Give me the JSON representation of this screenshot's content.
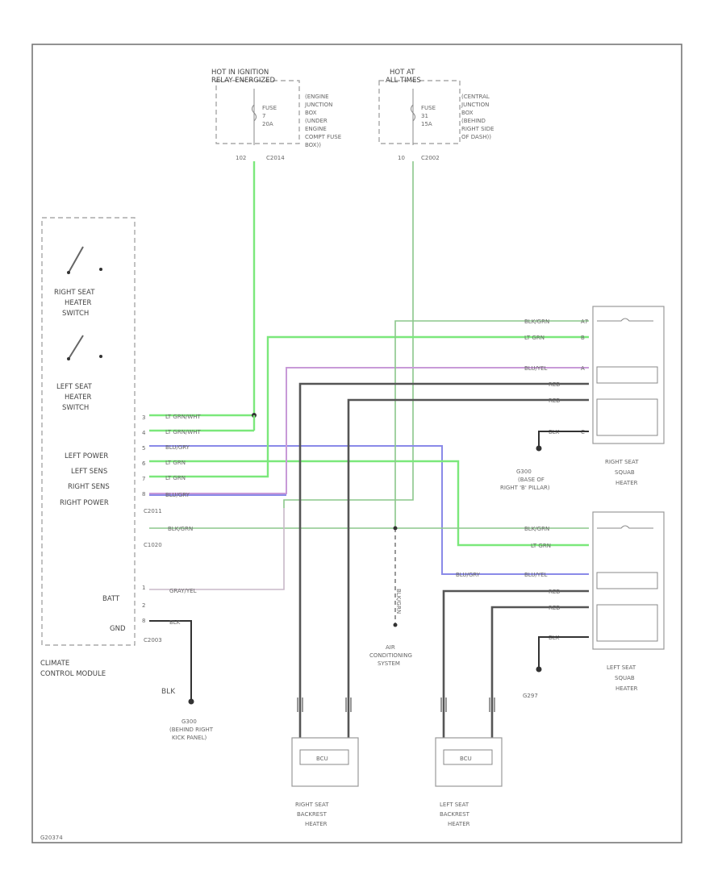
{
  "diagram": {
    "hot_ignition": [
      "HOT IN IGNITION",
      "RELAY ENERGIZED"
    ],
    "fuse_left": [
      "FUSE",
      "7",
      "20A"
    ],
    "fuse_left_location": [
      "(ENGINE",
      "JUNCTION",
      "BOX",
      "(UNDER",
      "ENGINE",
      "COMPT FUSE",
      "BOX))"
    ],
    "c_left": [
      "102",
      "C2014"
    ],
    "hot_all": [
      "HOT AT",
      "ALL TIMES"
    ],
    "fuse_right": [
      "FUSE",
      "31",
      "15A"
    ],
    "fuse_right_location": [
      "(CENTRAL",
      "JUNCTION",
      "BOX",
      "(BEHIND",
      "RIGHT SIDE",
      "OF DASH))"
    ],
    "c_right": [
      "10",
      "C2002"
    ],
    "switch_right": [
      "RIGHT SEAT",
      "HEATER",
      "SWITCH"
    ],
    "switch_left": [
      "LEFT SEAT",
      "HEATER",
      "SWITCH"
    ],
    "module_pins": [
      "LEFT POWER",
      "LEFT SENS",
      "RIGHT SENS",
      "RIGHT POWER"
    ],
    "pin_nums": [
      "3",
      "4",
      "5",
      "6",
      "7",
      "8"
    ],
    "wire_codes_left": [
      "LT GRN/WHT",
      "LT GRN/WHT",
      "BLU/GRY",
      "LT GRN",
      "LT GRN",
      "BLU/GRY"
    ],
    "c_module_top": "C2011",
    "bat_wire": [
      "BLK/GRN",
      "C1020"
    ],
    "batt": "BATT",
    "gnd": "GND",
    "c_module_bottom": "C2003",
    "gray_wire": "GRAY/YEL",
    "blk_wire": "BLK",
    "module_name": [
      "CLIMATE",
      "CONTROL MODULE"
    ],
    "blk_label": "BLK",
    "ground_right": [
      "G300",
      "(BEHIND RIGHT",
      "KICK PANEL)"
    ],
    "ac_system": [
      "AIR",
      "CONDITIONING",
      "SYSTEM"
    ],
    "ac_wire": "BLK/GRN",
    "right_cushion_wires": [
      "BLK/GRN",
      "LT GRN",
      "BLU/YEL",
      "RED",
      "RED",
      "BLK"
    ],
    "right_cushion_pins": [
      "A7",
      "B",
      "A",
      "",
      "",
      "C"
    ],
    "ground_pillar": [
      "G300",
      "(BASE OF",
      "RIGHT 'B' PILLAR)"
    ],
    "right_cushion": [
      "RIGHT SEAT",
      "SQUAB",
      "HEATER"
    ],
    "left_cushion_wires": [
      "BLK/GRN",
      "LT GRN",
      "BLU/YEL",
      "RED",
      "RED",
      "BLK"
    ],
    "left_cushion_blu": "BLU/GRY",
    "left_cushion": [
      "LEFT SEAT",
      "SQUAB",
      "HEATER"
    ],
    "ground_left": "G297",
    "right_back": [
      "RIGHT SEAT",
      "BACKREST",
      "HEATER"
    ],
    "left_back": [
      "LEFT SEAT",
      "BACKREST",
      "HEATER"
    ],
    "element_label": "BCU",
    "fig_id": "G20374"
  }
}
